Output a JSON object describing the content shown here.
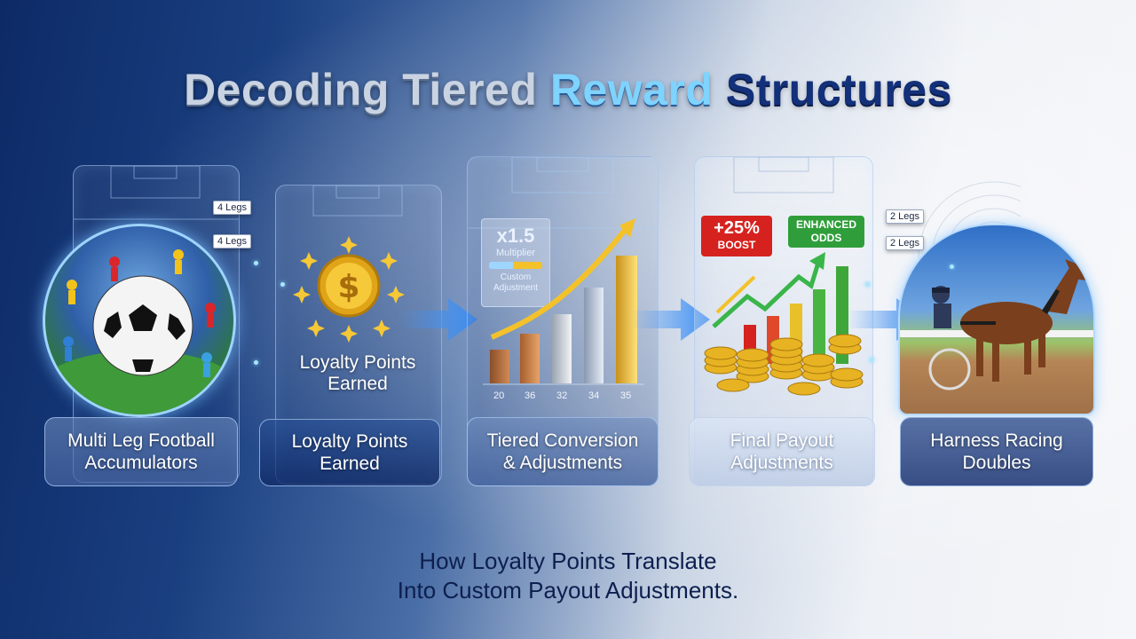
{
  "title": {
    "part1": "Decoding Tiered",
    "part2": "Reward",
    "part3": "Structures"
  },
  "stages": [
    {
      "label_line1": "Multi Leg Football",
      "label_line2": "Accumulators"
    },
    {
      "label_line1": "Loyalty Points",
      "label_line2": "Earned"
    },
    {
      "label_line1": "Tiered Conversion",
      "label_line2": "& Adjustments"
    },
    {
      "label_line1": "Final Payout",
      "label_line2": "Adjustments"
    },
    {
      "label_line1": "Harness Racing",
      "label_line2": "Doubles"
    }
  ],
  "coin_caption": {
    "line1": "Loyalty Points",
    "line2": "Earned"
  },
  "tags_left": [
    "4 Legs",
    "4 Legs"
  ],
  "tags_right": [
    "2 Legs",
    "2 Legs"
  ],
  "multiplier": {
    "value": "x1.5",
    "label": "Multiplier",
    "adjust_line1": "Custom",
    "adjust_line2": "Adjustment"
  },
  "bar_axis": [
    "20",
    "36",
    "32",
    "34",
    "35"
  ],
  "badges": {
    "boost_value": "+25%",
    "boost_label": "BOOST",
    "enhanced_line1": "ENHANCED",
    "enhanced_line2": "ODDS"
  },
  "subtitle": {
    "line1": "How Loyalty Points Translate",
    "line2": "Into Custom Payout Adjustments."
  },
  "colors": {
    "accent": "#7fd3ff",
    "navy": "#0d2a66",
    "gold": "#f3c22a",
    "boost_red": "#d6221f",
    "odds_green": "#2f9e3a"
  }
}
